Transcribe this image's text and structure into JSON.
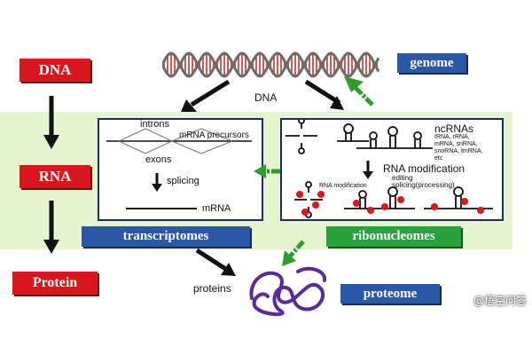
{
  "left_column": {
    "dna": "DNA",
    "rna": "RNA",
    "protein": "Protein"
  },
  "top": {
    "dna_text": "DNA",
    "genome": "genome"
  },
  "transcript_panel": {
    "introns": "introns",
    "mrna_precursors": "mRNA precursors",
    "exons": "exons",
    "splicing": "splicing",
    "mrna": "mRNA"
  },
  "ncrna_panel": {
    "title": "ncRNAs",
    "list": [
      "tRNA, rRNA,",
      "mRNA, snRNA,",
      "snoRNA, tmRNA,",
      "etc"
    ],
    "rna_modification": "RNA modification",
    "editing": "editing",
    "splicing_processing": "splicing(processing)",
    "rna_modification_small": "RNA modification"
  },
  "labels": {
    "transcriptomes": "transcriptomes",
    "ribonucleomes": "ribonucleomes",
    "proteins": "proteins",
    "proteome": "proteome"
  },
  "watermark": "@悟空问答",
  "colors": {
    "red_label": "#d8161d",
    "blue_label": "#2a57a8",
    "green_label": "#28a23a",
    "green_band": "#e5f5cd",
    "panel_border": "#1e2a6a",
    "protein_coil": "#5a2a9c",
    "modification_dot": "#e0151b",
    "helix_red": "#d45a5a",
    "helix_gray": "#6a6a6a"
  }
}
